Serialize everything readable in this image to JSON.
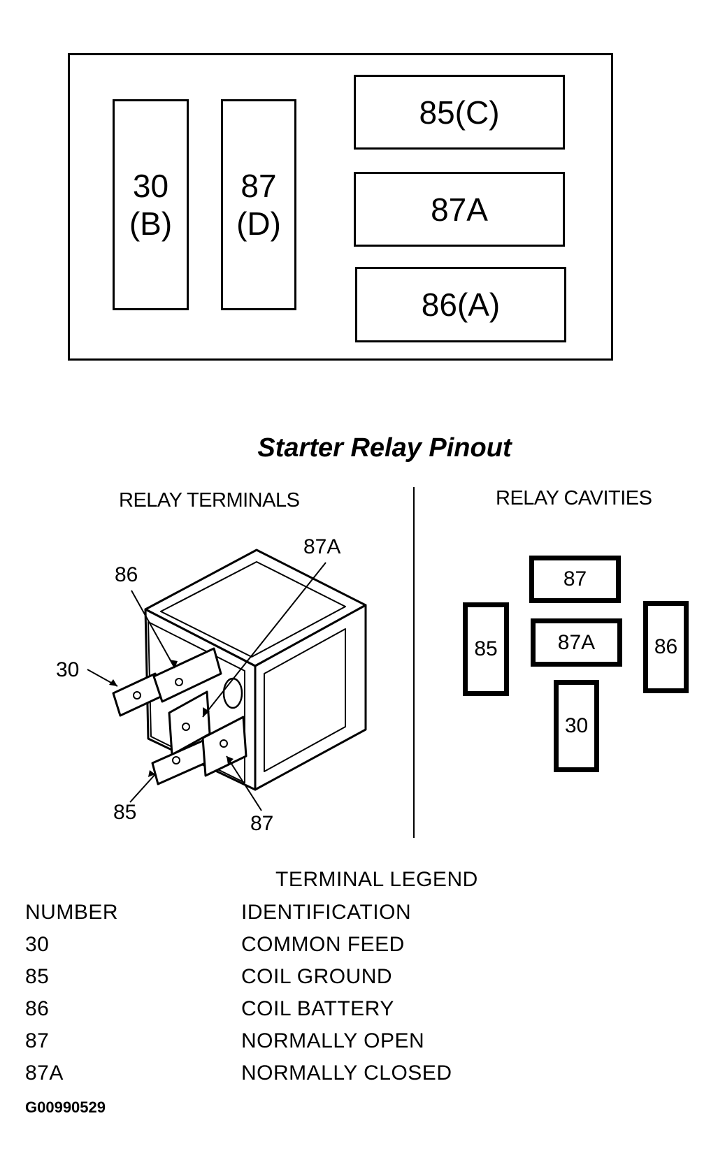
{
  "pinout_panel": {
    "pin_30_num": "30",
    "pin_30_letter": "(B)",
    "pin_87_num": "87",
    "pin_87_letter": "(D)",
    "pin_85": "85(C)",
    "pin_87a": "87A",
    "pin_86": "86(A)"
  },
  "title": "Starter Relay Pinout",
  "terminals_section": {
    "heading": "RELAY TERMINALS",
    "labels": {
      "t87a": "87A",
      "t86": "86",
      "t30": "30",
      "t85": "85",
      "t87": "87"
    }
  },
  "cavities_section": {
    "heading": "RELAY CAVITIES",
    "cavities": {
      "c87": "87",
      "c85": "85",
      "c87a": "87A",
      "c86": "86",
      "c30": "30"
    }
  },
  "legend": {
    "heading": "TERMINAL LEGEND",
    "col_number": "NUMBER",
    "col_identification": "IDENTIFICATION",
    "rows": [
      {
        "number": "30",
        "identification": "COMMON FEED"
      },
      {
        "number": "85",
        "identification": "COIL GROUND"
      },
      {
        "number": "86",
        "identification": "COIL BATTERY"
      },
      {
        "number": "87",
        "identification": "NORMALLY OPEN"
      },
      {
        "number": "87A",
        "identification": "NORMALLY CLOSED"
      }
    ]
  },
  "figure_code": "G00990529"
}
